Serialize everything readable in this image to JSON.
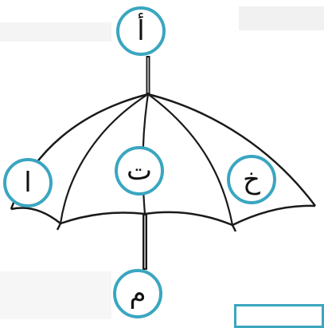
{
  "letters": {
    "top": "أ",
    "left": "ا",
    "center": "ت",
    "right": "خ",
    "bottom": "م"
  },
  "colors": {
    "accent": "#3aa6c0",
    "line": "#1a1a1a",
    "background": "#ffffff"
  }
}
